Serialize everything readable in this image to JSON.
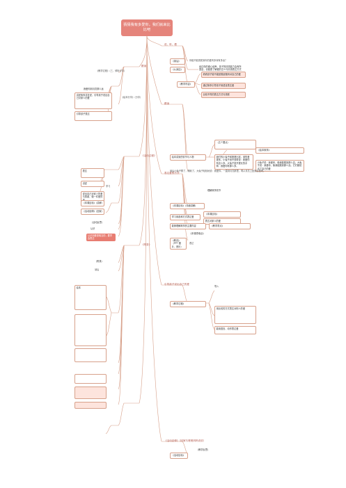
{
  "central_title": "猜猜我有多爱你，我们就来比比吧",
  "colors": {
    "accent": "#e5847b",
    "line": "#d7a08a",
    "pink_fill": "#fde4dd"
  },
  "nodes": [
    {
      "id": "n1",
      "text": "说、听、看"
    },
    {
      "id": "n2",
      "text": "《读后》"
    },
    {
      "id": "n3",
      "text": "你能不能感受到你的爱有多深有多远？"
    },
    {
      "id": "n4",
      "text": "《从身边》"
    },
    {
      "id": "n5",
      "text": "经过你的爱心培养，孩子的情感能力会有所提高，也能更了解爱的意义与情感表达方式"
    },
    {
      "id": "n6",
      "text": "《教学内容》"
    },
    {
      "id": "n7",
      "text": "看看孩子能不能回想起爸妈对自己的爱"
    },
    {
      "id": "n8",
      "text": "通过故事引导孩子用语言表达爱"
    },
    {
      "id": "n9",
      "text": "比较不同的表达方式与感受"
    },
    {
      "id": "n10",
      "text": "跟读"
    },
    {
      "id": "n11",
      "text": "绘本讲到的情节与人物"
    },
    {
      "id": "n12",
      "text": "（五个要点）"
    },
    {
      "id": "n13",
      "text": "我们的小兔子和爸爸比赛，谁的爱更多。小兔子张开双臂说：我爱你有这么多。大兔子张开更长的手臂：我爱你有那么多。"
    },
    {
      "id": "n14",
      "text": "《绘本故事》"
    },
    {
      "id": "n15",
      "text": "小兔子说：我爱你，像我能跳到那么高。大兔子说：我爱你，像我能跳到那么高。它们都说出了自己的爱"
    },
    {
      "id": "n16",
      "text": "最后小兔子累了，睡着了。大兔子轻轻地说：我爱你，一直到月亮那里，再从月亮上回到这里来。"
    },
    {
      "id": "n17",
      "text": "表达爱的方式"
    },
    {
      "id": "n18",
      "text": "《本课目标》（详细讲解）"
    },
    {
      "id": "n19",
      "text": "理解故事情节"
    },
    {
      "id": "n20",
      "text": "学习用各种方式表达爱"
    },
    {
      "id": "n21",
      "text": "《本课目标》"
    },
    {
      "id": "n22",
      "text": "表达对家人的爱"
    },
    {
      "id": "n23",
      "text": "能够理解故事的主要内容"
    },
    {
      "id": "n24",
      "text": "《教学重点》"
    },
    {
      "id": "n25",
      "text": "《教具》（PPT 图片、音乐）"
    },
    {
      "id": "n26",
      "text": "《本课重难点》"
    },
    {
      "id": "n27",
      "text": "表达"
    },
    {
      "id": "n28",
      "text": "引导孩子说出自己的爱"
    },
    {
      "id": "n29",
      "text": "《教学过程》"
    },
    {
      "id": "n30",
      "text": "导入"
    },
    {
      "id": "n31",
      "text": "用比较的方式表达对别人的爱"
    },
    {
      "id": "n32",
      "text": "能用语言、动作表达爱"
    },
    {
      "id": "n33",
      "text": "《活动延伸》（回家与爸爸妈妈说说）"
    },
    {
      "id": "n34",
      "text": "《活动目标》"
    },
    {
      "id": "n35",
      "text": "（教学反思）"
    },
    {
      "id": "n36",
      "text": "跟读"
    },
    {
      "id": "n37",
      "text": "《教学过程》（三、倾听分享）"
    },
    {
      "id": "n38",
      "text": "我爱你到月亮那么远"
    },
    {
      "id": "n39",
      "text": "讲述故事并复述，引导孩子说出自己对家人的爱"
    },
    {
      "id": "n40",
      "text": "引导孩子表达"
    },
    {
      "id": "n41",
      "text": "《绘本分享》（分享）"
    },
    {
      "id": "n42",
      "text": "《活动过程》"
    },
    {
      "id": "n43",
      "text": "表达"
    },
    {
      "id": "n44",
      "text": "学习"
    },
    {
      "id": "n45",
      "text": "讲述"
    },
    {
      "id": "n46",
      "text": "说出自己对家人的爱与感谢，做一件爱的事"
    },
    {
      "id": "n47",
      "text": "《本课目标》（讲解）"
    },
    {
      "id": "n48",
      "text": "《活动延伸》（回家）"
    },
    {
      "id": "n49",
      "text": "（活动反思）"
    },
    {
      "id": "n50",
      "text": "认识"
    },
    {
      "id": "n51",
      "text": "认识到爱是相互的，要学会表达"
    },
    {
      "id": "n52",
      "text": "《附录》"
    },
    {
      "id": "n53",
      "text": "（附录）"
    },
    {
      "id": "n54",
      "text": "读后"
    },
    {
      "id": "n55",
      "text": "绘本"
    }
  ]
}
